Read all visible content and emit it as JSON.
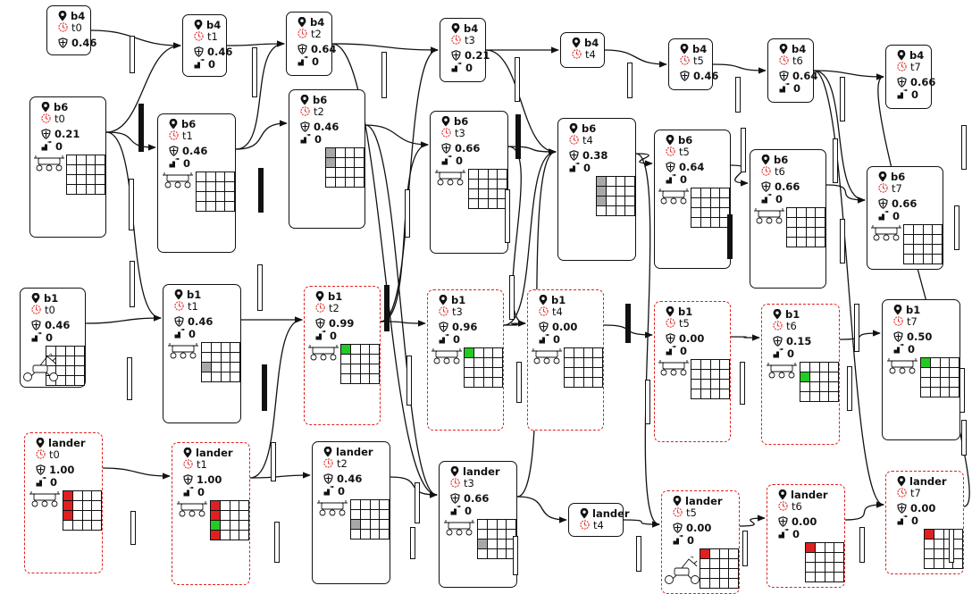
{
  "colors": {
    "highlight": "#e02020",
    "green": "#22cc22",
    "red": "#e02020",
    "gray": "#a8a8a8",
    "line": "#111111"
  },
  "nodes": [
    {
      "id": "b4_t0",
      "name": "b4",
      "time": "t0",
      "prob": "0.46",
      "count": null,
      "highlight": false,
      "grids": []
    },
    {
      "id": "b6_t0",
      "name": "b6",
      "time": "t0",
      "prob": "0.21",
      "count": "0",
      "highlight": false,
      "grids": [
        {
          "icon": "rover-icon",
          "cells": []
        },
        {
          "icon": "robot-arm-icon",
          "cells": [
            {
              "r": 0,
              "c": 0,
              "v": "gray"
            },
            {
              "r": 1,
              "c": 0,
              "v": "gray"
            }
          ]
        }
      ]
    },
    {
      "id": "b1_t0",
      "name": "b1",
      "time": "t0",
      "prob": "0.46",
      "count": "0",
      "highlight": false,
      "grids": [
        {
          "icon": "robot-arm-icon",
          "cells": []
        }
      ]
    },
    {
      "id": "lander_t0",
      "name": "lander",
      "time": "t0",
      "prob": "1.00",
      "count": "0",
      "highlight": true,
      "grids": [
        {
          "icon": "rover-icon",
          "cells": [
            {
              "r": 0,
              "c": 0,
              "v": "red"
            },
            {
              "r": 1,
              "c": 0,
              "v": "red"
            },
            {
              "r": 2,
              "c": 0,
              "v": "red"
            }
          ]
        },
        {
          "icon": "robot-arm-icon",
          "cells": [
            {
              "r": 0,
              "c": 0,
              "v": "red"
            },
            {
              "r": 2,
              "c": 0,
              "v": "red"
            }
          ]
        }
      ]
    },
    {
      "id": "b4_t1",
      "name": "b4",
      "time": "t1",
      "prob": "0.46",
      "count": "0",
      "highlight": false,
      "grids": []
    },
    {
      "id": "b6_t1",
      "name": "b6",
      "time": "t1",
      "prob": "0.46",
      "count": "0",
      "highlight": false,
      "grids": [
        {
          "icon": "rover-icon",
          "cells": []
        },
        {
          "icon": "robot-arm-icon",
          "cells": [
            {
              "r": 0,
              "c": 0,
              "v": "gray"
            },
            {
              "r": 1,
              "c": 0,
              "v": "gray"
            },
            {
              "r": 2,
              "c": 0,
              "v": "gray"
            }
          ]
        }
      ]
    },
    {
      "id": "b1_t1",
      "name": "b1",
      "time": "t1",
      "prob": "0.46",
      "count": "0",
      "highlight": false,
      "grids": [
        {
          "icon": "rover-icon",
          "cells": [
            {
              "r": 2,
              "c": 0,
              "v": "gray"
            }
          ]
        },
        {
          "icon": "robot-arm-icon",
          "cells": [
            {
              "r": 2,
              "c": 0,
              "v": "gray"
            }
          ]
        }
      ]
    },
    {
      "id": "lander_t1",
      "name": "lander",
      "time": "t1",
      "prob": "1.00",
      "count": "0",
      "highlight": true,
      "grids": [
        {
          "icon": "rover-icon",
          "cells": [
            {
              "r": 0,
              "c": 0,
              "v": "red"
            },
            {
              "r": 1,
              "c": 0,
              "v": "red"
            },
            {
              "r": 2,
              "c": 0,
              "v": "green"
            },
            {
              "r": 3,
              "c": 0,
              "v": "red"
            }
          ]
        },
        {
          "icon": "robot-arm-icon",
          "cells": [
            {
              "r": 0,
              "c": 0,
              "v": "red"
            },
            {
              "r": 1,
              "c": 0,
              "v": "red"
            },
            {
              "r": 2,
              "c": 0,
              "v": "red"
            }
          ]
        }
      ]
    },
    {
      "id": "b4_t2",
      "name": "b4",
      "time": "t2",
      "prob": "0.64",
      "count": "0",
      "highlight": false,
      "grids": []
    },
    {
      "id": "b6_t2",
      "name": "b6",
      "time": "t2",
      "prob": "0.46",
      "count": "0",
      "highlight": false,
      "grids": [
        {
          "icon": "",
          "cells": [
            {
              "r": 0,
              "c": 0,
              "v": "gray"
            },
            {
              "r": 1,
              "c": 0,
              "v": "gray"
            }
          ]
        },
        {
          "icon": "",
          "cells": []
        }
      ]
    },
    {
      "id": "b1_t2",
      "name": "b1",
      "time": "t2",
      "prob": "0.99",
      "count": "0",
      "highlight": true,
      "grids": [
        {
          "icon": "rover-icon",
          "cells": [
            {
              "r": 0,
              "c": 0,
              "v": "green"
            }
          ]
        },
        {
          "icon": "robot-arm-icon",
          "cells": [
            {
              "r": 0,
              "c": 0,
              "v": "green"
            },
            {
              "r": 1,
              "c": 0,
              "v": "red"
            }
          ]
        }
      ]
    },
    {
      "id": "lander_t2",
      "name": "lander",
      "time": "t2",
      "prob": "0.46",
      "count": "0",
      "highlight": false,
      "grids": [
        {
          "icon": "rover-icon",
          "cells": [
            {
              "r": 2,
              "c": 0,
              "v": "gray"
            }
          ]
        },
        {
          "icon": "robot-arm-icon",
          "cells": [
            {
              "r": 2,
              "c": 0,
              "v": "gray"
            }
          ]
        }
      ]
    },
    {
      "id": "b4_t3",
      "name": "b4",
      "time": "t3",
      "prob": "0.21",
      "count": "0",
      "highlight": false,
      "grids": []
    },
    {
      "id": "b6_t3",
      "name": "b6",
      "time": "t3",
      "prob": "0.66",
      "count": "0",
      "highlight": false,
      "grids": [
        {
          "icon": "rover-icon",
          "cells": []
        },
        {
          "icon": "robot-arm-icon",
          "cells": [
            {
              "r": 0,
              "c": 0,
              "v": "gray"
            }
          ]
        }
      ]
    },
    {
      "id": "b1_t3",
      "name": "b1",
      "time": "t3",
      "prob": "0.96",
      "count": "0",
      "highlight": true,
      "grids": [
        {
          "icon": "rover-icon",
          "cells": [
            {
              "r": 0,
              "c": 0,
              "v": "green"
            }
          ]
        },
        {
          "icon": "robot-arm-icon",
          "cells": [
            {
              "r": 0,
              "c": 0,
              "v": "green"
            },
            {
              "r": 1,
              "c": 0,
              "v": "red"
            }
          ]
        }
      ]
    },
    {
      "id": "lander_t3",
      "name": "lander",
      "time": "t3",
      "prob": "0.66",
      "count": "0",
      "highlight": false,
      "grids": [
        {
          "icon": "rover-icon",
          "cells": [
            {
              "r": 2,
              "c": 0,
              "v": "gray"
            }
          ]
        }
      ]
    },
    {
      "id": "b4_t4",
      "name": "b4",
      "time": "t4",
      "prob": null,
      "count": null,
      "highlight": false,
      "grids": []
    },
    {
      "id": "b6_t4",
      "name": "b6",
      "time": "t4",
      "prob": "0.38",
      "count": "0",
      "highlight": false,
      "grids": [
        {
          "icon": "",
          "cells": [
            {
              "r": 0,
              "c": 0,
              "v": "gray"
            },
            {
              "r": 1,
              "c": 0,
              "v": "gray"
            },
            {
              "r": 2,
              "c": 0,
              "v": "gray"
            }
          ]
        },
        {
          "icon": "robot-arm-icon",
          "cells": [
            {
              "r": 0,
              "c": 0,
              "v": "gray"
            },
            {
              "r": 1,
              "c": 0,
              "v": "gray"
            },
            {
              "r": 2,
              "c": 0,
              "v": "gray"
            }
          ]
        }
      ]
    },
    {
      "id": "b1_t4",
      "name": "b1",
      "time": "t4",
      "prob": "0.00",
      "count": "0",
      "highlight": true,
      "grids": [
        {
          "icon": "rover-icon",
          "cells": []
        },
        {
          "icon": "robot-arm-icon",
          "cells": [
            {
              "r": 0,
              "c": 1,
              "v": "green"
            },
            {
              "r": 1,
              "c": 0,
              "v": "red"
            },
            {
              "r": 2,
              "c": 0,
              "v": "red"
            }
          ]
        }
      ]
    },
    {
      "id": "lander_t4",
      "name": "lander",
      "time": "t4",
      "prob": null,
      "count": null,
      "highlight": false,
      "grids": []
    },
    {
      "id": "b4_t5",
      "name": "b4",
      "time": "t5",
      "prob": "0.46",
      "count": null,
      "highlight": false,
      "grids": []
    },
    {
      "id": "b6_t5",
      "name": "b6",
      "time": "t5",
      "prob": "0.64",
      "count": "0",
      "highlight": false,
      "grids": [
        {
          "icon": "rover-icon",
          "cells": []
        },
        {
          "icon": "robot-arm-icon",
          "cells": [
            {
              "r": 0,
              "c": 0,
              "v": "gray"
            }
          ]
        }
      ]
    },
    {
      "id": "b1_t5",
      "name": "b1",
      "time": "t5",
      "prob": "0.00",
      "count": "0",
      "highlight": true,
      "grids": [
        {
          "icon": "rover-icon",
          "cells": []
        },
        {
          "icon": "robot-arm-icon",
          "cells": [
            {
              "r": 0,
              "c": 1,
              "v": "green"
            },
            {
              "r": 1,
              "c": 0,
              "v": "red"
            },
            {
              "r": 2,
              "c": 1,
              "v": "green"
            }
          ]
        }
      ]
    },
    {
      "id": "lander_t5",
      "name": "lander",
      "time": "t5",
      "prob": "0.00",
      "count": "0",
      "highlight": true,
      "grids": [
        {
          "icon": "robot-arm-icon",
          "cells": [
            {
              "r": 0,
              "c": 0,
              "v": "red"
            }
          ]
        }
      ]
    },
    {
      "id": "b4_t6",
      "name": "b4",
      "time": "t6",
      "prob": "0.64",
      "count": "0",
      "highlight": false,
      "grids": []
    },
    {
      "id": "b6_t6",
      "name": "b6",
      "time": "t6",
      "prob": "0.66",
      "count": "0",
      "highlight": false,
      "grids": [
        {
          "icon": "rover-icon",
          "cells": []
        },
        {
          "icon": "robot-arm-icon",
          "cells": [
            {
              "r": 0,
              "c": 0,
              "v": "gray"
            }
          ]
        }
      ]
    },
    {
      "id": "b1_t6",
      "name": "b1",
      "time": "t6",
      "prob": "0.15",
      "count": "0",
      "highlight": true,
      "grids": [
        {
          "icon": "rover-icon",
          "cells": [
            {
              "r": 1,
              "c": 0,
              "v": "green"
            }
          ]
        },
        {
          "icon": "robot-arm-icon",
          "cells": [
            {
              "r": 0,
              "c": 0,
              "v": "gray"
            },
            {
              "r": 1,
              "c": 0,
              "v": "red"
            },
            {
              "r": 2,
              "c": 0,
              "v": "green"
            }
          ]
        }
      ]
    },
    {
      "id": "lander_t6",
      "name": "lander",
      "time": "t6",
      "prob": "0.00",
      "count": "0",
      "highlight": true,
      "grids": [
        {
          "icon": "",
          "cells": [
            {
              "r": 0,
              "c": 0,
              "v": "red"
            }
          ]
        }
      ]
    },
    {
      "id": "b4_t7",
      "name": "b4",
      "time": "t7",
      "prob": "0.66",
      "count": "0",
      "highlight": false,
      "grids": []
    },
    {
      "id": "b6_t7",
      "name": "b6",
      "time": "t7",
      "prob": "0.66",
      "count": "0",
      "highlight": false,
      "grids": [
        {
          "icon": "rover-icon",
          "cells": []
        }
      ]
    },
    {
      "id": "b1_t7",
      "name": "b1",
      "time": "t7",
      "prob": "0.50",
      "count": "0",
      "highlight": false,
      "grids": [
        {
          "icon": "rover-icon",
          "cells": [
            {
              "r": 0,
              "c": 0,
              "v": "green"
            }
          ]
        },
        {
          "icon": "robot-arm-icon",
          "cells": [
            {
              "r": 0,
              "c": 0,
              "v": "green"
            },
            {
              "r": 1,
              "c": 0,
              "v": "green"
            },
            {
              "r": 2,
              "c": 0,
              "v": "green"
            }
          ]
        }
      ]
    },
    {
      "id": "lander_t7",
      "name": "lander",
      "time": "t7",
      "prob": "0.00",
      "count": "0",
      "highlight": true,
      "grids": [
        {
          "icon": "",
          "cells": [
            {
              "r": 0,
              "c": 0,
              "v": "red"
            }
          ]
        }
      ]
    }
  ],
  "edges": [
    [
      "b4_t0",
      "b4_t1"
    ],
    [
      "b4_t1",
      "b4_t2"
    ],
    [
      "b4_t2",
      "b4_t3"
    ],
    [
      "b4_t3",
      "b4_t4"
    ],
    [
      "b4_t4",
      "b4_t5"
    ],
    [
      "b4_t5",
      "b4_t6"
    ],
    [
      "b4_t6",
      "b4_t7"
    ],
    [
      "b6_t0",
      "b6_t1"
    ],
    [
      "b6_t1",
      "b6_t2"
    ],
    [
      "b6_t2",
      "b6_t3"
    ],
    [
      "b6_t3",
      "b6_t4"
    ],
    [
      "b6_t4",
      "b6_t5"
    ],
    [
      "b6_t5",
      "b6_t6"
    ],
    [
      "b6_t6",
      "b6_t7"
    ],
    [
      "b1_t0",
      "b1_t1"
    ],
    [
      "b1_t1",
      "b1_t2"
    ],
    [
      "b1_t2",
      "b1_t3"
    ],
    [
      "b1_t3",
      "b1_t4"
    ],
    [
      "b1_t4",
      "b1_t5"
    ],
    [
      "b1_t5",
      "b1_t6"
    ],
    [
      "b1_t6",
      "b1_t7"
    ],
    [
      "lander_t0",
      "lander_t1"
    ],
    [
      "lander_t1",
      "lander_t2"
    ],
    [
      "lander_t2",
      "lander_t3"
    ],
    [
      "lander_t3",
      "lander_t4"
    ],
    [
      "lander_t4",
      "lander_t5"
    ],
    [
      "lander_t5",
      "lander_t6"
    ],
    [
      "lander_t6",
      "lander_t7"
    ],
    [
      "b6_t0",
      "b4_t1"
    ],
    [
      "b6_t0",
      "b1_t1"
    ],
    [
      "b6_t1",
      "b4_t2"
    ],
    [
      "lander_t1",
      "b1_t2"
    ],
    [
      "b1_t2",
      "b4_t3"
    ],
    [
      "b1_t2",
      "b6_t3"
    ],
    [
      "b4_t2",
      "lander_t3"
    ],
    [
      "b6_t2",
      "lander_t3"
    ],
    [
      "b4_t3",
      "b6_t4"
    ],
    [
      "b1_t3",
      "b6_t4"
    ],
    [
      "b6_t3",
      "b1_t4"
    ],
    [
      "b6_t4",
      "lander_t5"
    ],
    [
      "lander_t3",
      "b6_t4"
    ],
    [
      "b4_t6",
      "b6_t7"
    ],
    [
      "b4_t6",
      "lander_t7"
    ],
    [
      "lander_t7",
      "b4_t7"
    ]
  ],
  "bars": [
    0.0,
    0.9,
    0.0,
    0.0,
    0.0,
    0.0,
    0.0,
    0.8,
    0.0,
    0.8,
    0.0,
    0.0,
    0.0,
    0.0,
    0.9,
    0.0,
    0.0,
    0.0,
    0.0,
    0.9,
    0.0,
    0.0,
    0.0,
    0.0,
    0.0,
    0.0,
    0.0,
    0.9,
    0.0,
    0.0,
    0.0,
    0.0,
    0.9,
    0.0,
    0.0,
    0.0,
    0.0,
    0.0,
    0.0,
    0.0,
    0.0,
    0.0,
    0.0,
    0.0
  ]
}
